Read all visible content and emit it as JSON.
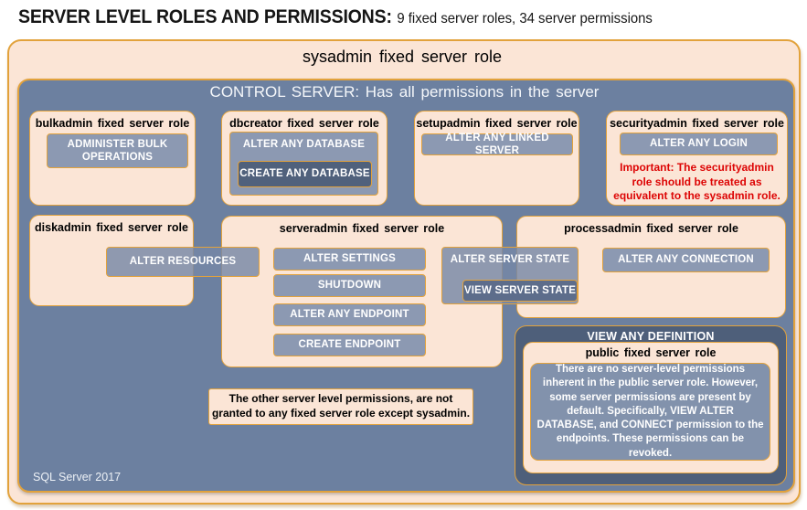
{
  "title": {
    "main": "SERVER LEVEL ROLES AND PERMISSIONS:",
    "suffix": "9 fixed server roles, 34 server permissions"
  },
  "sysadmin": {
    "label": "sysadmin fixed server role"
  },
  "control_server": {
    "header": "CONTROL SERVER: Has all permissions in the server",
    "footer": "SQL Server 2017"
  },
  "roles": {
    "bulkadmin": {
      "label": "bulkadmin fixed server role",
      "permissions": [
        "ADMINISTER BULK OPERATIONS"
      ]
    },
    "dbcreator": {
      "label": "dbcreator fixed server role",
      "outer_permission": "ALTER ANY DATABASE",
      "nested_permission": "CREATE ANY DATABASE"
    },
    "setupadmin": {
      "label": "setupadmin fixed server role",
      "permissions": [
        "ALTER ANY LINKED SERVER"
      ]
    },
    "securityadmin": {
      "label": "securityadmin fixed server role",
      "permissions": [
        "ALTER ANY LOGIN"
      ],
      "warning": "Important: The securityadmin role should be treated as equivalent to the sysadmin role."
    },
    "diskadmin": {
      "label": "diskadmin fixed server role",
      "permissions": [
        "ALTER RESOURCES"
      ]
    },
    "serveradmin": {
      "label": "serveradmin fixed server role",
      "permissions": [
        "ALTER SETTINGS",
        "SHUTDOWN",
        "ALTER ANY ENDPOINT",
        "CREATE ENDPOINT"
      ],
      "outer_permission": "ALTER SERVER STATE",
      "nested_permission": "VIEW SERVER STATE"
    },
    "processadmin": {
      "label": "processadmin fixed server role",
      "permissions": [
        "ALTER ANY CONNECTION"
      ]
    },
    "public": {
      "container_permission": "VIEW ANY DEFINITION",
      "label": "public fixed server role",
      "description": "There are no server-level permissions inherent in the public server role. However, some server permissions are present by default. Specifically, VIEW ALTER DATABASE, and CONNECT permission to the endpoints. These permissions can be revoked."
    }
  },
  "note": "The other server level permissions, are not granted to any fixed server role except sysadmin.",
  "colors": {
    "gold_border": "#E2A23C",
    "peach": "#FBE5D6",
    "control_background": "#6C80A0",
    "permission_button": "#8C99B2",
    "nested_dark_button": "#50617C",
    "view_any_definition_panel": "#4E5F7A",
    "public_description_panel": "#8292AC",
    "warning_red": "#DD0505"
  }
}
